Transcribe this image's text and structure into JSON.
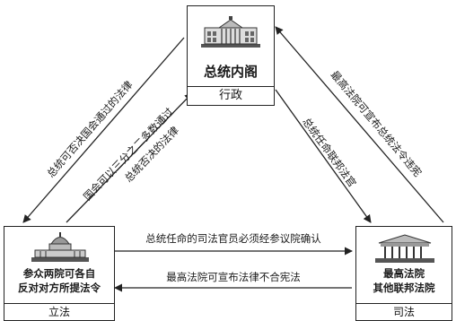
{
  "nodes": {
    "executive": {
      "name": "总统内阁",
      "branch": "行政"
    },
    "legislative": {
      "name_line1": "参众两院可各自",
      "name_line2": "反对对方所提法令",
      "branch": "立法"
    },
    "judicial": {
      "name_line1": "最高法院",
      "name_line2": "其他联邦法院",
      "branch": "司法"
    }
  },
  "edges": {
    "exec_to_leg_veto": "总统可否决国会通过的法律",
    "leg_override": "国会可以三分之二多数通过",
    "leg_override_cont": "总统否决的法律",
    "exec_appoints": "总统任命联邦法官",
    "jud_unconstitutional_exec": "最高法院可宣布总统法令违宪",
    "exec_to_jud_senate": "总统任命的司法官员必须经参议院确认",
    "jud_to_leg_unconstitutional": "最高法院可宣布法律不合宪法"
  }
}
